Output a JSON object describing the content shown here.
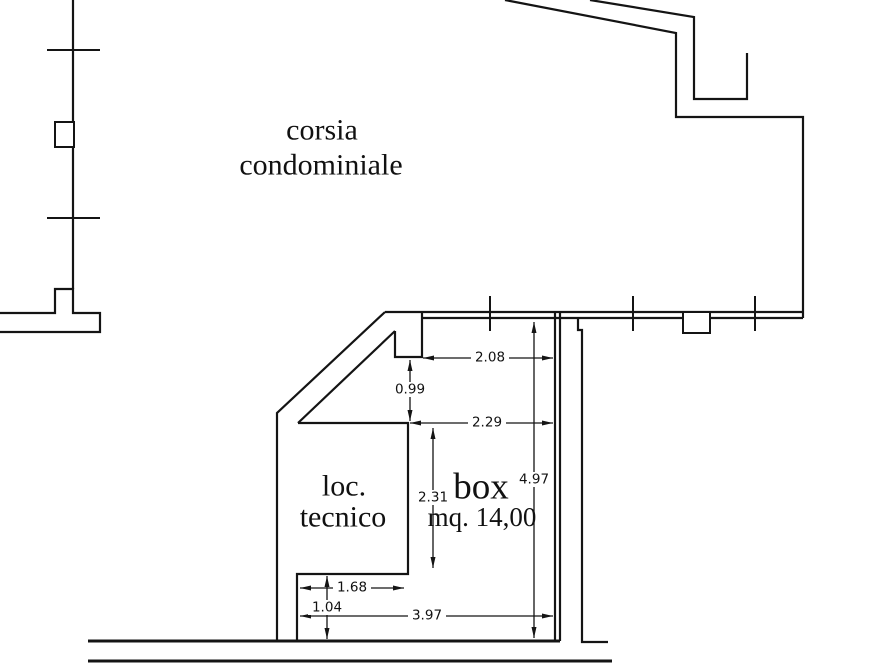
{
  "drawing": {
    "title": "floor-plan",
    "colors": {
      "line": "#141414",
      "background": "#ffffff"
    },
    "areas": {
      "corridor": {
        "line1": "corsia",
        "line2": "condominiale"
      },
      "technical_room": {
        "line1": "loc.",
        "line2": "tecnico"
      },
      "garage_box": {
        "name": "box",
        "area": "mq. 14,00"
      }
    },
    "dimensions": {
      "opening_width": "2.08",
      "recess_depth": "0.99",
      "box_inner_width": "2.29",
      "room_inner_height": "2.31",
      "box_depth": "4.97",
      "room_inner_width": "1.68",
      "room_step_height": "1.04",
      "box_total_width": "3.97"
    }
  }
}
